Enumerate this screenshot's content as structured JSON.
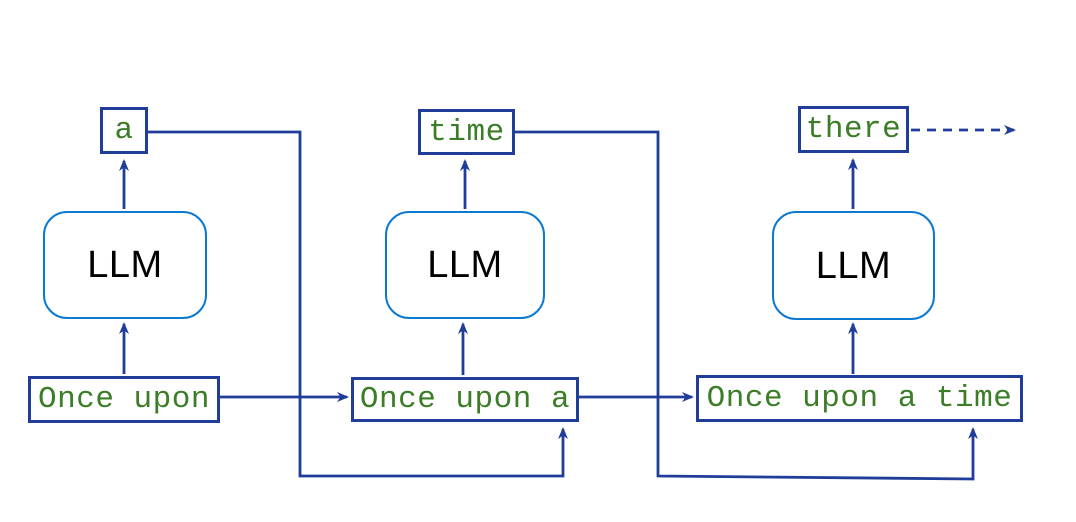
{
  "diagram": {
    "columns": [
      {
        "llm_label": "LLM",
        "input_text": "Once upon",
        "output_token": "a"
      },
      {
        "llm_label": "LLM",
        "input_text": "Once upon a",
        "output_token": "time"
      },
      {
        "llm_label": "LLM",
        "input_text": "Once upon a time",
        "output_token": "there"
      }
    ],
    "colors": {
      "arrow_blue": "#1f3d99",
      "token_box_border": "#1f3d99",
      "llm_box_border": "#0d7ad1",
      "token_text_green": "#3c7d28",
      "llm_text": "#000000",
      "background": "#ffffff"
    }
  }
}
